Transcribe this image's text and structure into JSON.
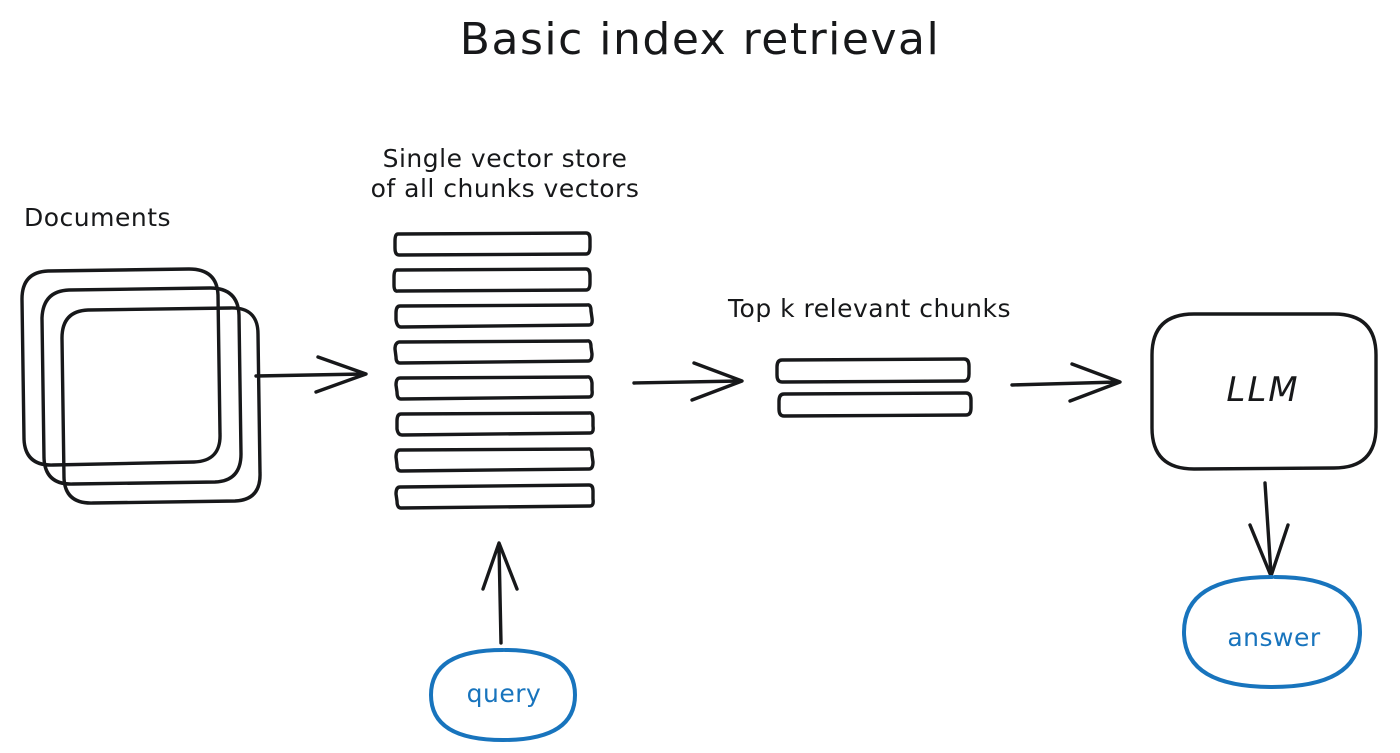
{
  "diagram": {
    "title": "Basic index retrieval",
    "background_color": "#ffffff",
    "ink_color": "#17181a",
    "accent_color": "#1874bd",
    "labels": {
      "documents": "Documents",
      "vector_store_line1": "Single vector store",
      "vector_store_line2": "of all chunks vectors",
      "top_k": "Top k relevant chunks",
      "llm": "LLM",
      "query": "query",
      "answer": "answer"
    },
    "nodes": [
      {
        "name": "documents",
        "label": "Documents",
        "shape": "stacked-rounded-squares",
        "count": 3,
        "color": "#17181a"
      },
      {
        "name": "vector-store",
        "label": "Single vector store of all chunks vectors",
        "shape": "stacked-bars",
        "count": 8,
        "color": "#17181a"
      },
      {
        "name": "top-k-chunks",
        "label": "Top k relevant chunks",
        "shape": "stacked-bars",
        "count": 2,
        "color": "#17181a"
      },
      {
        "name": "llm",
        "label": "LLM",
        "shape": "rounded-rectangle",
        "color": "#17181a"
      },
      {
        "name": "query",
        "label": "query",
        "shape": "ellipse",
        "color": "#1874bd"
      },
      {
        "name": "answer",
        "label": "answer",
        "shape": "ellipse",
        "color": "#1874bd"
      }
    ],
    "edges": [
      {
        "name": "documents-to-vector-store",
        "from": "documents",
        "to": "vector-store",
        "direction": "right"
      },
      {
        "name": "vector-store-to-top-k",
        "from": "vector-store",
        "to": "top-k-chunks",
        "direction": "right"
      },
      {
        "name": "top-k-to-llm",
        "from": "top-k-chunks",
        "to": "llm",
        "direction": "right"
      },
      {
        "name": "query-to-vector-store",
        "from": "query",
        "to": "vector-store",
        "direction": "up"
      },
      {
        "name": "llm-to-answer",
        "from": "llm",
        "to": "answer",
        "direction": "down"
      }
    ]
  }
}
